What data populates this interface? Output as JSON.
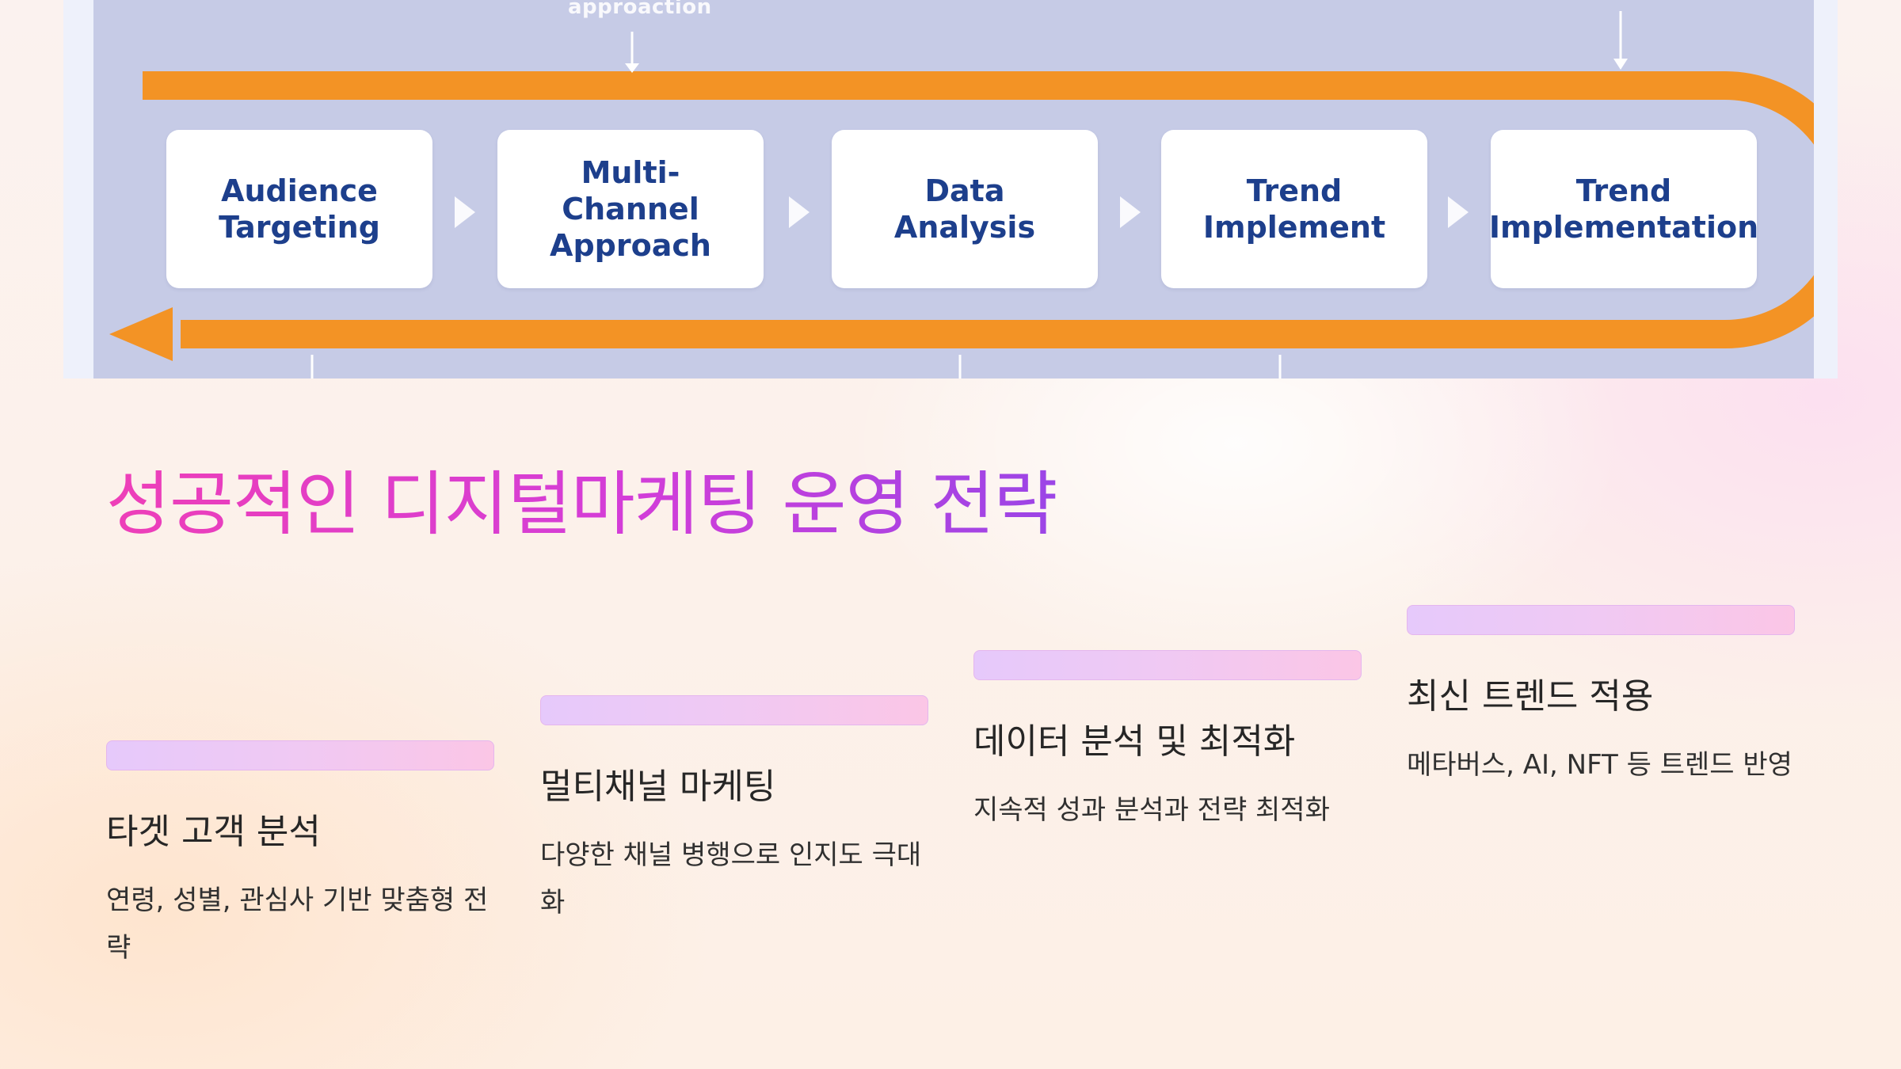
{
  "diagram": {
    "top_labels": [
      "approaction"
    ],
    "steps": [
      {
        "label": "Audience\nTargeting"
      },
      {
        "label": "Multi-\nChannel\nApproach"
      },
      {
        "label": "Data\nAnalysis"
      },
      {
        "label": "Trend\nImplement"
      },
      {
        "label": "Trend\nImplementation"
      }
    ],
    "colors": {
      "loop": "#f39325",
      "panel": "#c6cbe6",
      "step_text": "#1d3f8c"
    }
  },
  "heading": "성공적인 디지털마케팅 운영 전략",
  "strategies": [
    {
      "title": "타겟 고객 분석",
      "desc": "연령, 성별, 관심사 기반 맞춤형 전략"
    },
    {
      "title": "멀티채널 마케팅",
      "desc": "다양한 채널 병행으로 인지도 극대화"
    },
    {
      "title": "데이터 분석 및 최적화",
      "desc": "지속적 성과 분석과 전략 최적화"
    },
    {
      "title": "최신 트렌드 적용",
      "desc": "메타버스, AI, NFT 등 트렌드 반영"
    }
  ],
  "colors": {
    "heading_start": "#ee3fb8",
    "heading_end": "#9b45e6",
    "bar_start": "#e6c9fb",
    "bar_end": "#fbc6e6"
  }
}
